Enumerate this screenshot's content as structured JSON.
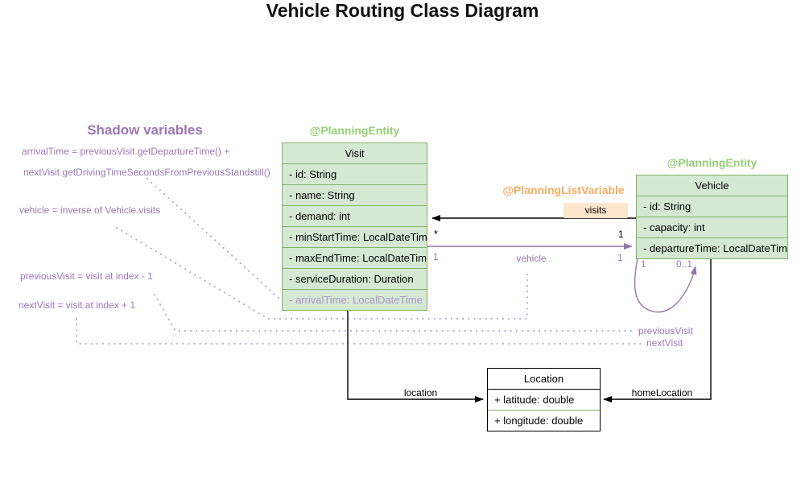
{
  "title": "Vehicle Routing Class Diagram",
  "shadow_panel": {
    "heading": "Shadow variables",
    "annotations": [
      "arrivalTime = previousVisit.getDepartureTime() +",
      "nextVisit.getDrivingTimeSecondsFromPreviousStandstill()",
      "vehicle = inverse of Vehicle.visits",
      "previousVisit = visit at index - 1",
      "nextVisit = visit at index + 1"
    ]
  },
  "classes": {
    "visit": {
      "stereotype": "@PlanningEntity",
      "name": "Visit",
      "attributes": [
        "- id: String",
        "- name: String",
        "- demand: int",
        "- minStartTime: LocalDateTime",
        "- maxEndTime: LocalDateTime",
        "- serviceDuration: Duration",
        "- arrivalTime: LocalDateTime"
      ]
    },
    "vehicle": {
      "stereotype": "@PlanningEntity",
      "name": "Vehicle",
      "attributes": [
        "- id: String",
        "- capacity: int",
        "- departureTime: LocalDateTime"
      ]
    },
    "location": {
      "name": "Location",
      "attributes": [
        "+ latitude: double",
        "+ longitude: double"
      ]
    }
  },
  "associations": {
    "visits": {
      "stereotype": "@PlanningListVariable",
      "label": "visits",
      "visit_multiplicity": "*",
      "vehicle_multiplicity": "1"
    },
    "vehicle": {
      "label": "vehicle",
      "visit_multiplicity": "1",
      "vehicle_multiplicity": "1"
    },
    "self_loop": {
      "source_multiplicity": "1",
      "target_multiplicity": "0..1"
    },
    "previous_visit": {
      "label": "previousVisit"
    },
    "next_visit": {
      "label": "nextVisit"
    },
    "location": {
      "label": "location"
    },
    "home_location": {
      "label": "homeLocation"
    }
  },
  "colors": {
    "entity_fill": "#d5e8d4",
    "entity_border": "#82b366",
    "entity_stereotype_text": "#94d075",
    "list_variable_text": "#f5ab63",
    "visits_badge_fill": "#ffe6cc",
    "purple": "#9c77b8",
    "purple_light": "#b29bd0",
    "plain_black": "#000000",
    "background": "#ffffff"
  }
}
